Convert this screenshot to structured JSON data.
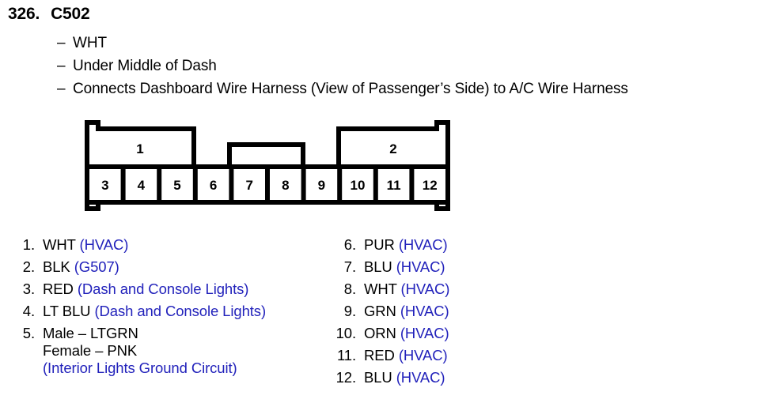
{
  "header": {
    "item_number": "326.",
    "connector_id": "C502",
    "dash": "–",
    "lines": [
      "WHT",
      "Under Middle of Dash",
      "Connects Dashboard Wire Harness (View of Passenger’s Side) to A/C Wire Harness"
    ]
  },
  "connector": {
    "upper_labels": [
      "1",
      "2"
    ],
    "pin_labels": [
      "3",
      "4",
      "5",
      "6",
      "7",
      "8",
      "9",
      "10",
      "11",
      "12"
    ]
  },
  "colors": {
    "circuit_text": "#2222bb",
    "wire_text": "#000000",
    "outline": "#000000"
  },
  "pins": {
    "left": [
      {
        "num": "1.",
        "wire": "WHT",
        "circuit": "(HVAC)"
      },
      {
        "num": "2.",
        "wire": "BLK",
        "circuit": "(G507)"
      },
      {
        "num": "3.",
        "wire": "RED",
        "circuit": "(Dash and Console Lights)"
      },
      {
        "num": "4.",
        "wire": "LT BLU",
        "circuit": "(Dash and Console Lights)"
      },
      {
        "num": "5.",
        "wire": "Male – LTGRN",
        "wire2": "Female – PNK",
        "circuit_line": "(Interior Lights Ground Circuit)"
      }
    ],
    "right": [
      {
        "num": "6.",
        "wire": "PUR",
        "circuit": "(HVAC)"
      },
      {
        "num": "7.",
        "wire": "BLU",
        "circuit": "(HVAC)"
      },
      {
        "num": "8.",
        "wire": "WHT",
        "circuit": "(HVAC)"
      },
      {
        "num": "9.",
        "wire": "GRN",
        "circuit": "(HVAC)"
      },
      {
        "num": "10.",
        "wire": "ORN",
        "circuit": "(HVAC)"
      },
      {
        "num": "11.",
        "wire": "RED",
        "circuit": "(HVAC)"
      },
      {
        "num": "12.",
        "wire": "BLU",
        "circuit": "(HVAC)"
      }
    ]
  }
}
